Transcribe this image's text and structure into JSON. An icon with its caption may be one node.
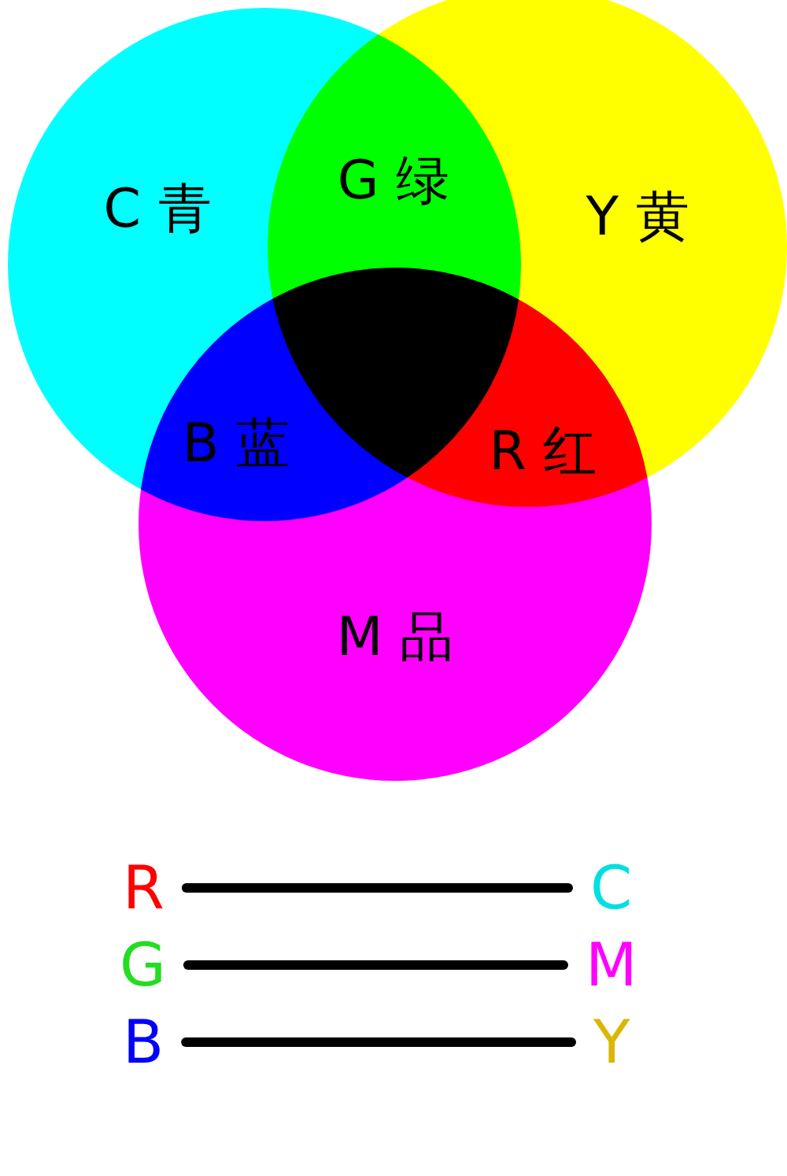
{
  "diagram": {
    "nodes": [
      {
        "text": [
          "C 青"
        ]
      },
      {
        "text": [
          "Y 黄"
        ]
      },
      {
        "text": [
          "M 品"
        ]
      },
      {
        "text": [
          "R"
        ]
      },
      {
        "text": [
          "C"
        ]
      },
      {
        "text": [
          "G"
        ]
      },
      {
        "text": [
          "M"
        ]
      },
      {
        "text": [
          "B"
        ]
      },
      {
        "text": [
          "Y"
        ]
      }
    ],
    "edges": [
      {
        "from": 3,
        "to": 4,
        "arrow": "none"
      },
      {
        "from": 5,
        "to": 6,
        "arrow": "none"
      },
      {
        "from": 7,
        "to": 8,
        "arrow": "none"
      }
    ],
    "labels": [
      "G 绿",
      "B 蓝",
      "R 红"
    ]
  }
}
